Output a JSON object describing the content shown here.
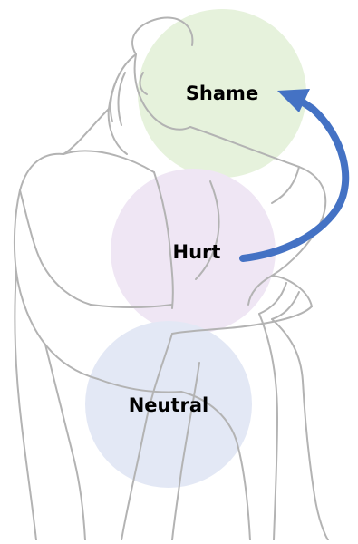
{
  "stages": [
    {
      "label": "Shame",
      "color": "#e6f2dc"
    },
    {
      "label": "Hurt",
      "color": "#efe6f4"
    },
    {
      "label": "Neutral",
      "color": "#e3e8f5"
    }
  ],
  "colors": {
    "arrow": "#4472c4",
    "figure_line": "#b3b3b3"
  }
}
